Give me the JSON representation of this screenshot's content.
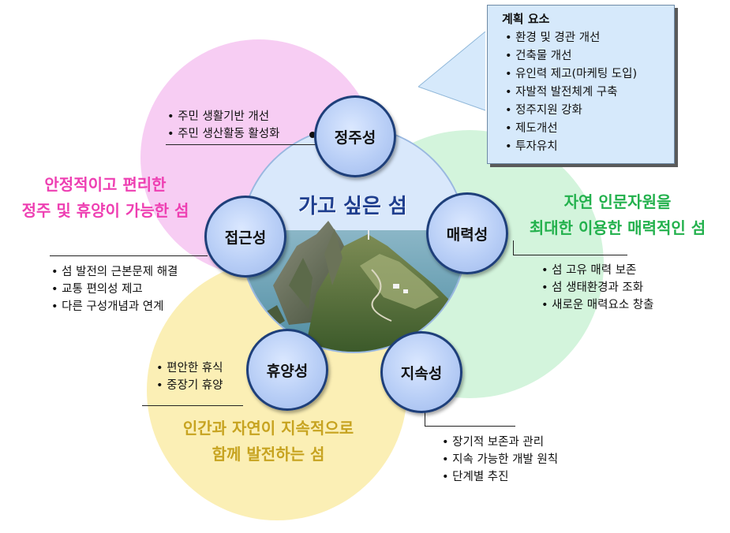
{
  "center_title": "가고 싶은 섬",
  "nodes": {
    "jeongju": "정주성",
    "maeryeok": "매력성",
    "jisok": "지속성",
    "hyuyang": "휴양성",
    "jeopgeun": "접근성"
  },
  "plan": {
    "title": "계획 요소",
    "items": [
      "환경 및 경관 개선",
      "건축물 개선",
      "유인력 제고(마케팅 도입)",
      "자발적 발전체계 구축",
      "정주지원 강화",
      "제도개선",
      "투자유치"
    ]
  },
  "jeongju_items": [
    "주민 생활기반 개선",
    "주민 생산활동 활성화"
  ],
  "maeryeok_items": [
    "섬 고유 매력 보존",
    "섬 생태환경과 조화",
    "새로운 매력요소 창출"
  ],
  "jisok_items": [
    "장기적 보존과 관리",
    "지속 가능한 개발 원칙",
    "단계별 추진"
  ],
  "hyuyang_items": [
    "편안한 휴식",
    "중장기 휴양"
  ],
  "jeopgeun_items": [
    "섬 발전의 근본문제 해결",
    "교통 편의성 제고",
    "다른 구성개념과 연계"
  ],
  "taglines": {
    "pink": [
      "안정적이고 편리한",
      "정주 및 휴양이 가능한 섬"
    ],
    "green": [
      "자연 인문자원을",
      "최대한 이용한 매력적인 섬"
    ],
    "yellow": [
      "인간과 자연이 지속적으로",
      "함께 발전하는 섬"
    ]
  },
  "colors": {
    "pink_circle": "#f7cdf3",
    "green_circle": "#d3f4dc",
    "yellow_circle": "#fbefb5",
    "center_bg": "#d9e8fb",
    "node_border": "#1e3f7a",
    "pink_text": "#ee3fb2",
    "green_text": "#23b14d",
    "yellow_text": "#c7a320",
    "title_text": "#1f3f8f",
    "callout_bg": "#d6e9fb"
  }
}
